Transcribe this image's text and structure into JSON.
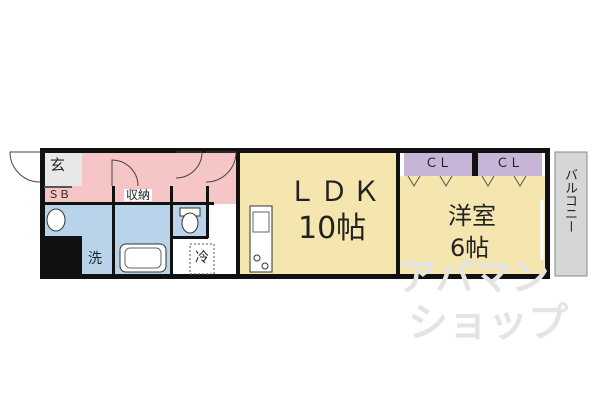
{
  "floorplan": {
    "rooms": {
      "entrance": "玄",
      "shoebox": "ＳＢ",
      "storage": "収納",
      "washer": "洗",
      "fridge": "冷",
      "ldk_name": "ＬＤＫ",
      "ldk_size": "10帖",
      "western_name": "洋室",
      "western_size": "6帖",
      "closet_1": "ＣＬ",
      "closet_2": "ＣＬ",
      "balcony": "バルコニー"
    },
    "watermark": [
      "アパマン",
      "ショップ"
    ],
    "colors": {
      "wall": "#111111",
      "ldk_floor": "#f5e6b0",
      "western_floor": "#f5e6b0",
      "entrance_floor": "#f6c6c6",
      "wet_floor": "#b9d3ea",
      "closet": "#c8b4d6",
      "balcony": "#d6d6d6",
      "watermark": "#e4e4e4"
    }
  }
}
